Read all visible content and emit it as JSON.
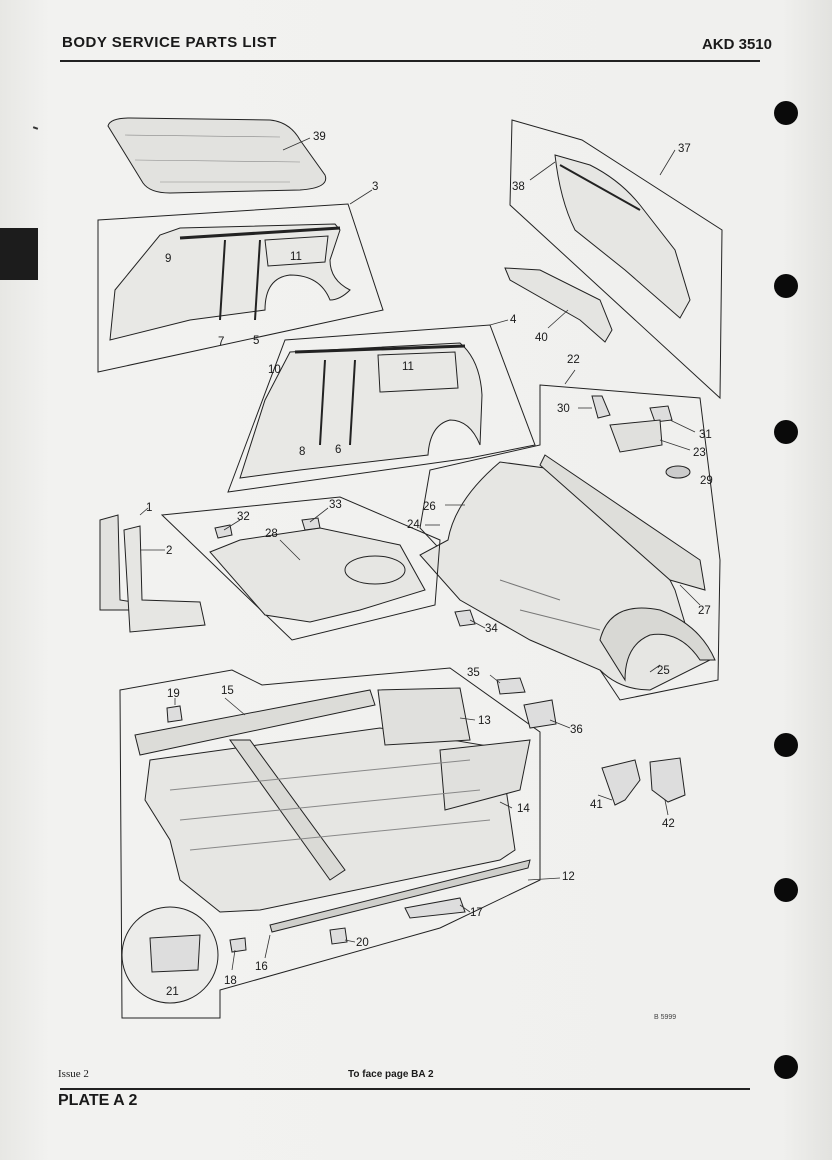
{
  "header": {
    "title": "BODY SERVICE PARTS LIST",
    "code": "AKD 3510"
  },
  "footer": {
    "issue": "Issue 2",
    "face_page": "To face page BA 2",
    "plate": "PLATE A 2"
  },
  "drawing_ref": "B 5999",
  "part_labels": {
    "p1": "1",
    "p2": "2",
    "p3": "3",
    "p4": "4",
    "p5": "5",
    "p6": "6",
    "p7": "7",
    "p8": "8",
    "p9": "9",
    "p10": "10",
    "p11a": "11",
    "p11b": "11",
    "p12": "12",
    "p13": "13",
    "p14": "14",
    "p15": "15",
    "p16": "16",
    "p17": "17",
    "p18": "18",
    "p19": "19",
    "p20": "20",
    "p21": "21",
    "p22": "22",
    "p23": "23",
    "p24": "24",
    "p25": "25",
    "p26": "26",
    "p27": "27",
    "p28": "28",
    "p29": "29",
    "p30": "30",
    "p31": "31",
    "p32": "32",
    "p33": "33",
    "p34": "34",
    "p35": "35",
    "p36": "36",
    "p37": "37",
    "p38": "38",
    "p39": "39",
    "p40": "40",
    "p41": "41",
    "p42": "42"
  }
}
